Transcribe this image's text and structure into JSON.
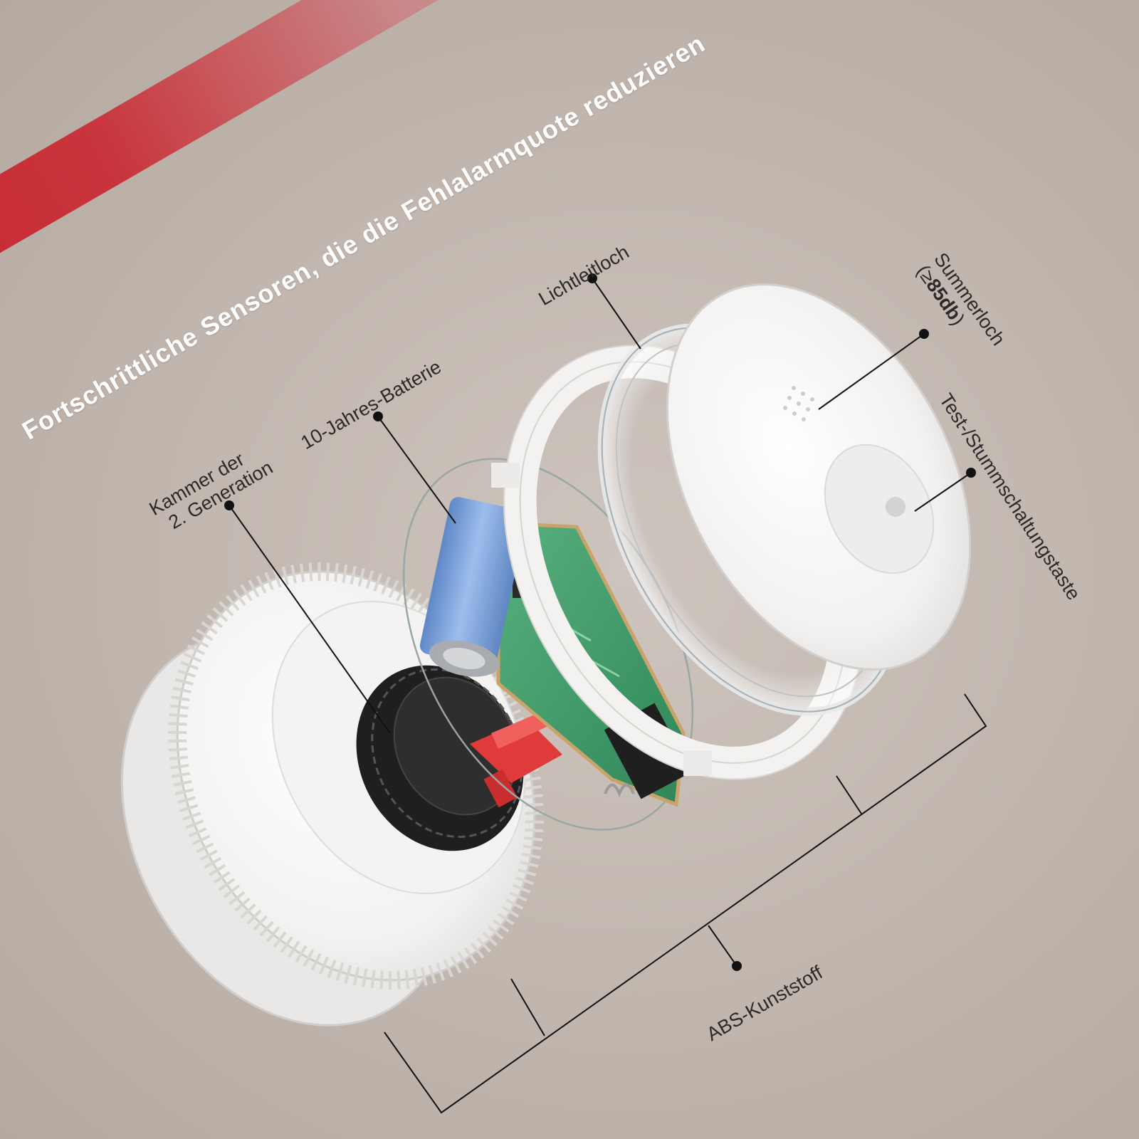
{
  "banner": {
    "text": "Fortschrittliche Sensoren, die die Fehlalarmquote reduzieren"
  },
  "labels": {
    "chamber_line1": "Kammer der",
    "chamber_line2": "2. Generation",
    "battery": "10-Jahres-Batterie",
    "light_hole": "Lichtleitloch",
    "buzzer_line1": "Summerloch",
    "buzzer_line2_prefix": "(≥",
    "buzzer_line2_bold": "85db",
    "buzzer_line2_suffix": ")",
    "test_button": "Test-/Stummschaltungstaste",
    "abs": "ABS-Kunststoff"
  },
  "colors": {
    "banner_red": "#c8262f",
    "background": "#c4bab2",
    "battery_blue": "#7fa6dd",
    "pcb_green": "#3f9a6a",
    "red_part": "#e03a3a",
    "chamber_black": "#2b2b2b"
  }
}
